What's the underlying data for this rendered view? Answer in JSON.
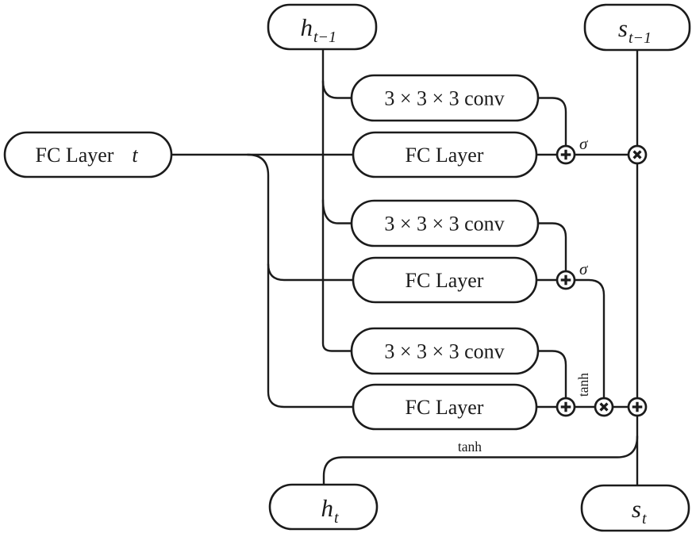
{
  "figure": {
    "type": "neural-network-cell-diagram",
    "colors": {
      "background": "#ffffff",
      "stroke": "#1b1b1b"
    },
    "nodes": {
      "h_prev": {
        "base": "h",
        "subscript": "t−1"
      },
      "s_prev": {
        "base": "s",
        "subscript": "t−1"
      },
      "h_out": {
        "base": "h",
        "subscript": "t"
      },
      "s_out": {
        "base": "s",
        "subscript": "t"
      },
      "input_fc": {
        "label": "FC Layer",
        "variable": "t"
      }
    },
    "gates": [
      {
        "conv": "3 × 3 × 3 conv",
        "fc": "FC Layer"
      },
      {
        "conv": "3 × 3 × 3 conv",
        "fc": "FC Layer"
      },
      {
        "conv": "3 × 3 × 3 conv",
        "fc": "FC Layer"
      }
    ],
    "operators": {
      "plus_symbol": "⊕",
      "times_symbol": "⊗"
    },
    "activations": {
      "sigma_gate1": "σ",
      "sigma_gate2": "σ",
      "tanh_candidate": "tanh",
      "tanh_output": "tanh"
    }
  }
}
